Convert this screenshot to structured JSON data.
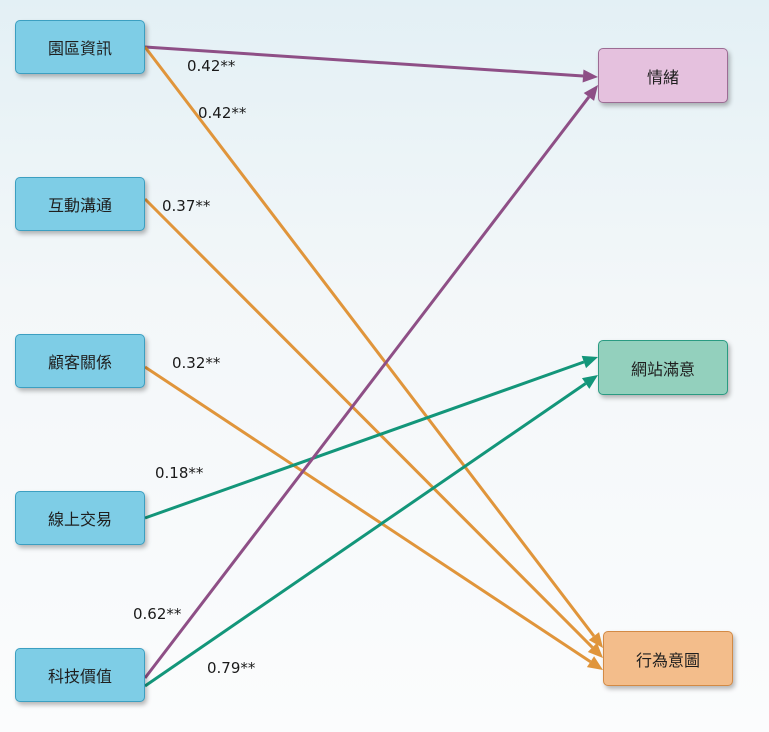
{
  "sources": [
    {
      "id": "park-info",
      "label": "園區資訊"
    },
    {
      "id": "interaction",
      "label": "互動溝通"
    },
    {
      "id": "customer-relation",
      "label": "顧客關係"
    },
    {
      "id": "online-trade",
      "label": "線上交易"
    },
    {
      "id": "tech-value",
      "label": "科技價值"
    }
  ],
  "targets": [
    {
      "id": "emotion",
      "label": "情緒"
    },
    {
      "id": "site-satisfaction",
      "label": "網站滿意"
    },
    {
      "id": "behavior-intention",
      "label": "行為意圖"
    }
  ],
  "paths": [
    {
      "from": "park-info",
      "to": "emotion",
      "coef": "0.42**",
      "color": "#8e4f86"
    },
    {
      "from": "park-info",
      "to": "behavior-intention",
      "coef": "0.42**",
      "color": "#e0953b"
    },
    {
      "from": "interaction",
      "to": "behavior-intention",
      "coef": "0.37**",
      "color": "#e0953b"
    },
    {
      "from": "customer-relation",
      "to": "behavior-intention",
      "coef": "0.32**",
      "color": "#e0953b"
    },
    {
      "from": "online-trade",
      "to": "site-satisfaction",
      "coef": "0.18**",
      "color": "#13967a"
    },
    {
      "from": "tech-value",
      "to": "emotion",
      "coef": "0.62**",
      "color": "#8e4f86"
    },
    {
      "from": "tech-value",
      "to": "site-satisfaction",
      "coef": "0.79**",
      "color": "#13967a"
    }
  ]
}
